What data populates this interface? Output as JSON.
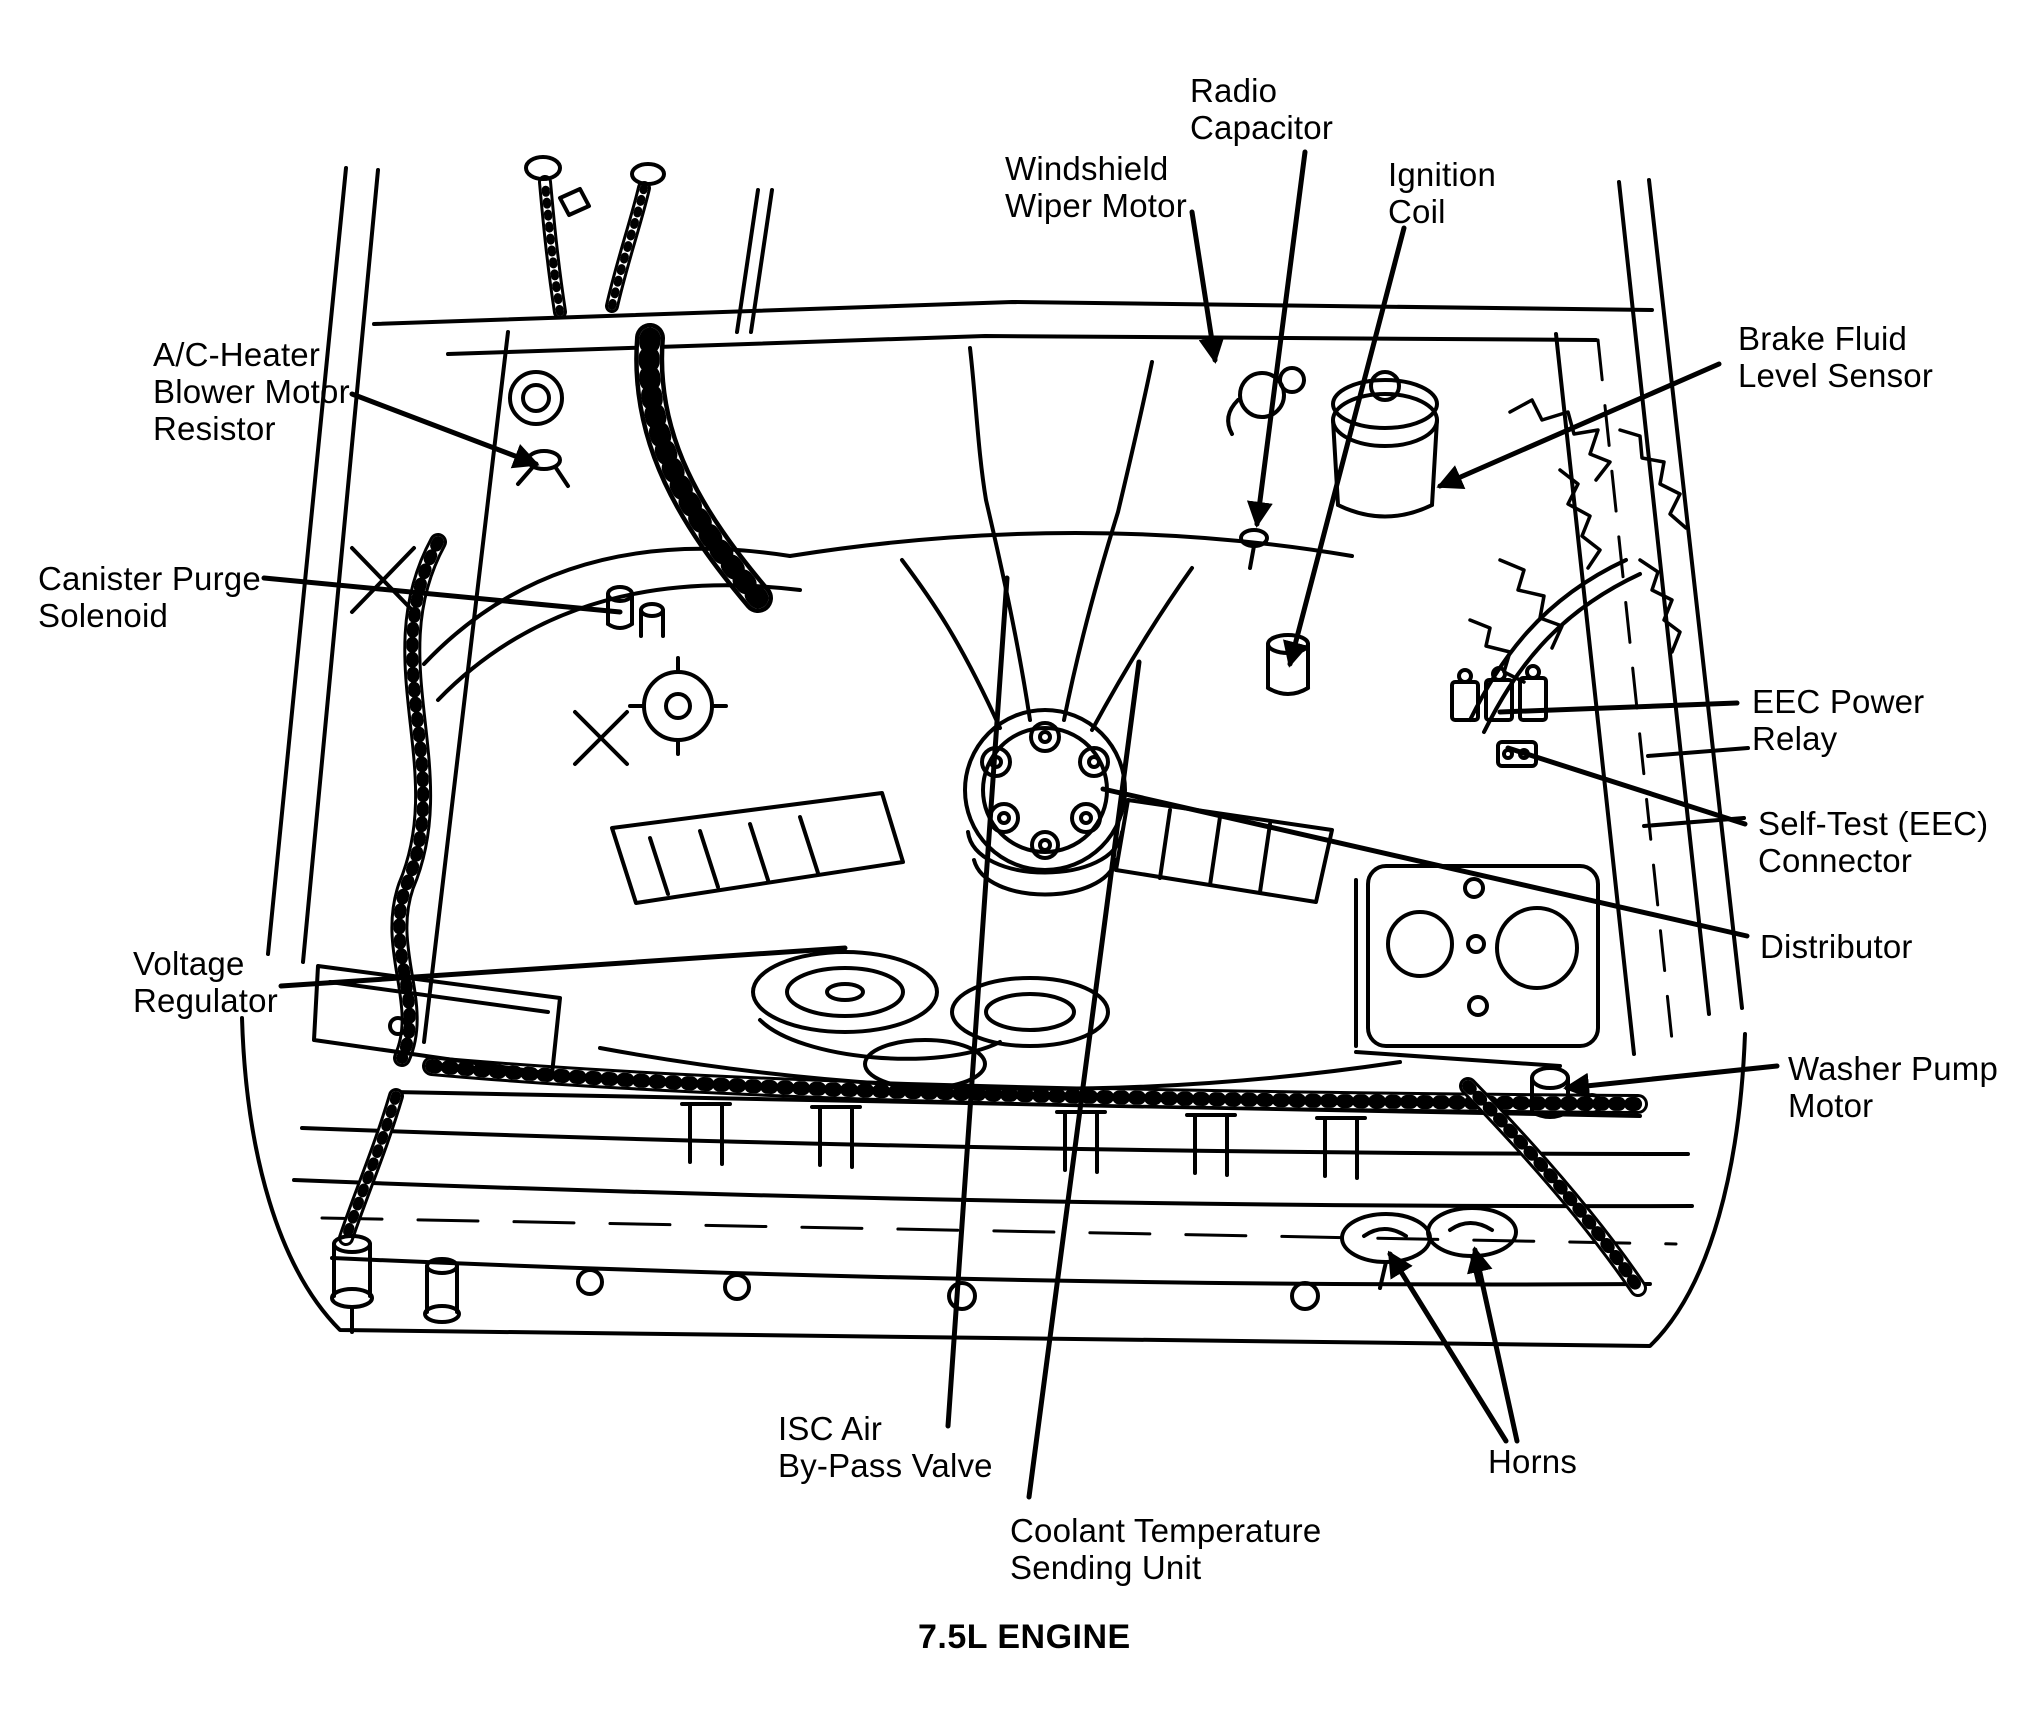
{
  "diagram": {
    "caption": "7.5L ENGINE",
    "labels": [
      {
        "id": "radio-capacitor",
        "text": "Radio\nCapacitor"
      },
      {
        "id": "windshield-wiper-motor",
        "text": "Windshield\nWiper Motor"
      },
      {
        "id": "ignition-coil",
        "text": "Ignition\nCoil"
      },
      {
        "id": "brake-fluid-level-sensor",
        "text": "Brake Fluid\nLevel Sensor"
      },
      {
        "id": "ac-heater-blower-motor-resistor",
        "text": "A/C-Heater\nBlower Motor\nResistor"
      },
      {
        "id": "canister-purge-solenoid",
        "text": "Canister Purge\nSolenoid"
      },
      {
        "id": "eec-power-relay",
        "text": "EEC Power\nRelay"
      },
      {
        "id": "self-test-eec-connector",
        "text": "Self-Test (EEC)\nConnector"
      },
      {
        "id": "distributor",
        "text": "Distributor"
      },
      {
        "id": "voltage-regulator",
        "text": "Voltage\nRegulator"
      },
      {
        "id": "washer-pump-motor",
        "text": "Washer Pump\nMotor"
      },
      {
        "id": "isc-air-bypass-valve",
        "text": "ISC Air\nBy-Pass Valve"
      },
      {
        "id": "coolant-temperature-sending-unit",
        "text": "Coolant Temperature\nSending Unit"
      },
      {
        "id": "horns",
        "text": "Horns"
      }
    ]
  }
}
